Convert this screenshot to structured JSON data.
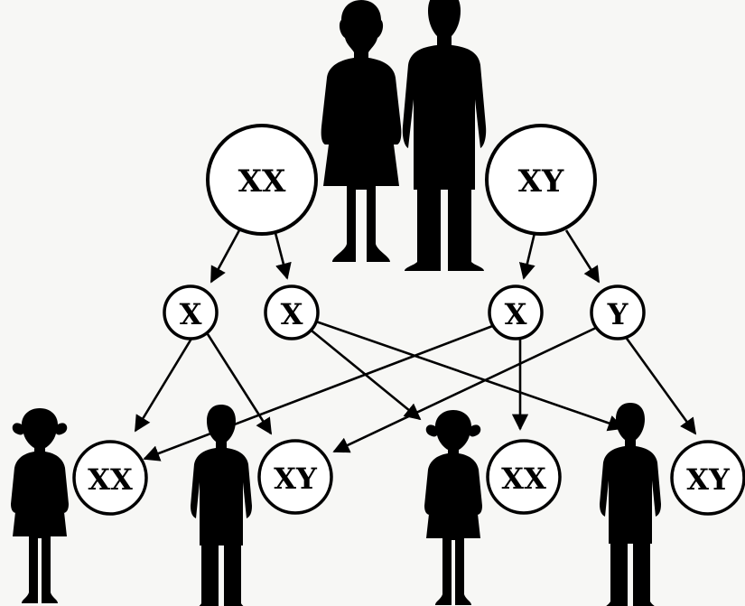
{
  "parents": {
    "mother_genotype": "XX",
    "father_genotype": "XY"
  },
  "gametes": {
    "mother": [
      "X",
      "X"
    ],
    "father": [
      "X",
      "Y"
    ]
  },
  "offspring": [
    {
      "genotype": "XX",
      "figure": "girl-figure"
    },
    {
      "genotype": "XY",
      "figure": "boy-figure"
    },
    {
      "genotype": "XX",
      "figure": "girl-figure"
    },
    {
      "genotype": "XY",
      "figure": "boy-figure"
    }
  ],
  "colors": {
    "stroke": "#000000",
    "fill": "#ffffff",
    "background": "#f7f7f5"
  }
}
